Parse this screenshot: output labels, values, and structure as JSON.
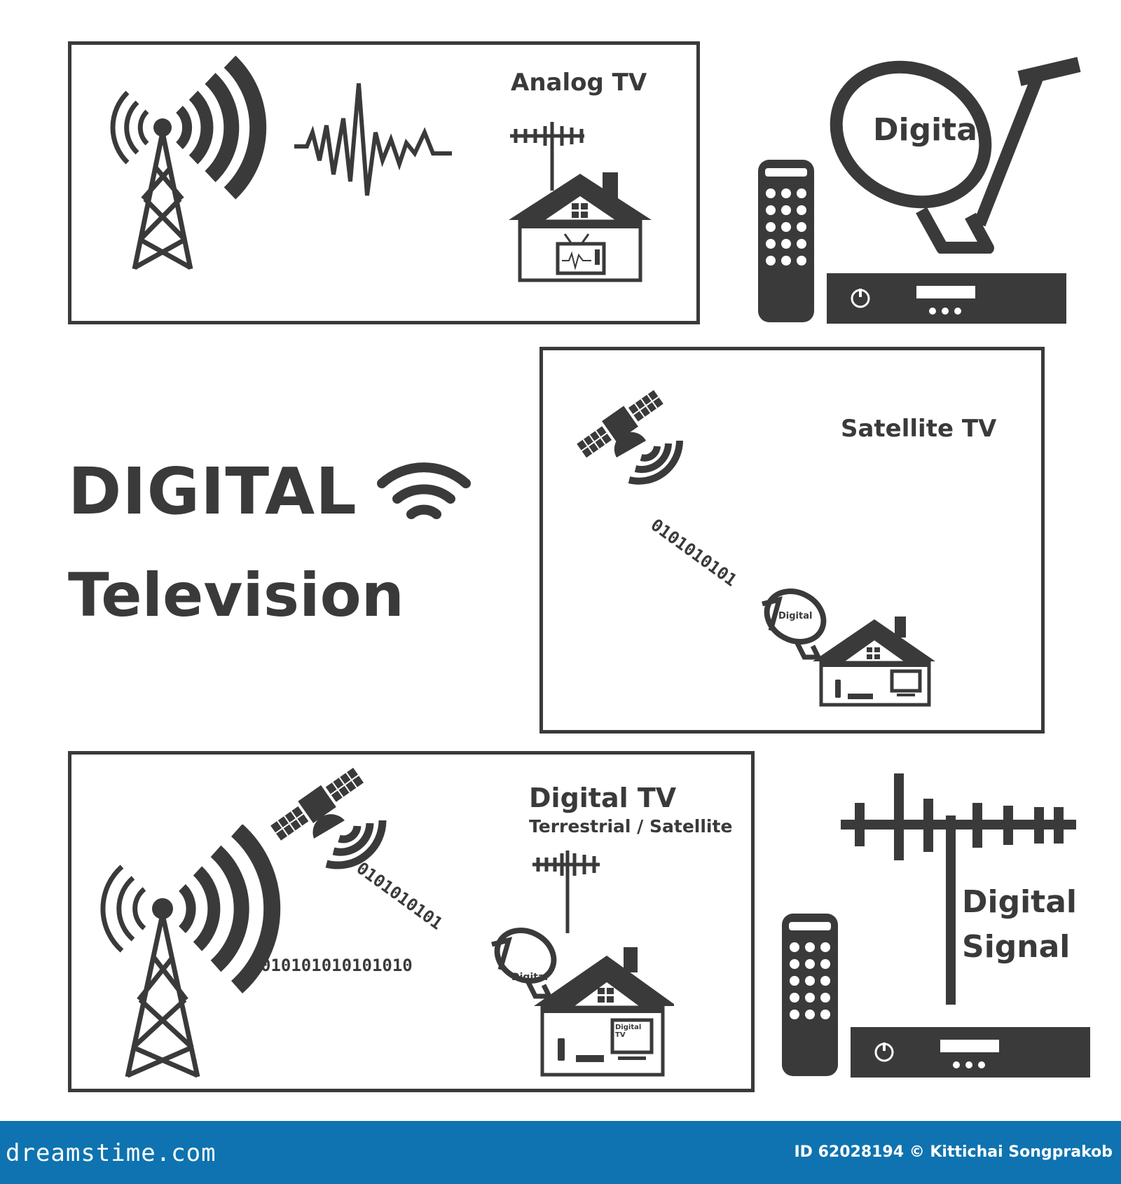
{
  "headline": {
    "line1": "DIGITAL",
    "line2": "Television"
  },
  "panels": {
    "analog": {
      "title": "Analog TV"
    },
    "satellite": {
      "title": "Satellite TV",
      "bits": "0101010101",
      "dish_label": "Digital"
    },
    "digital_tv": {
      "title": "Digital TV",
      "subtitle": "Terrestrial / Satellite",
      "bits_diagonal": "0101010101",
      "bits_horizontal": "010101010101010",
      "dish_label": "Digital",
      "screen_label": "Digital TV"
    }
  },
  "dish_icon": {
    "label": "Digital"
  },
  "signal_icon": {
    "line1": "Digital",
    "line2": "Signal"
  },
  "footer": {
    "brand": "dreamstime.com",
    "credit": "ID 62028194 © Kittichai Songprakob"
  },
  "colors": {
    "ink": "#3a3a3a",
    "footer": "#0e73b0"
  },
  "icons": [
    "tower-icon",
    "wave-icon",
    "antenna-house-icon",
    "satellite-icon",
    "dish-icon",
    "remote-icon",
    "receiver-icon",
    "wifi-icon"
  ]
}
